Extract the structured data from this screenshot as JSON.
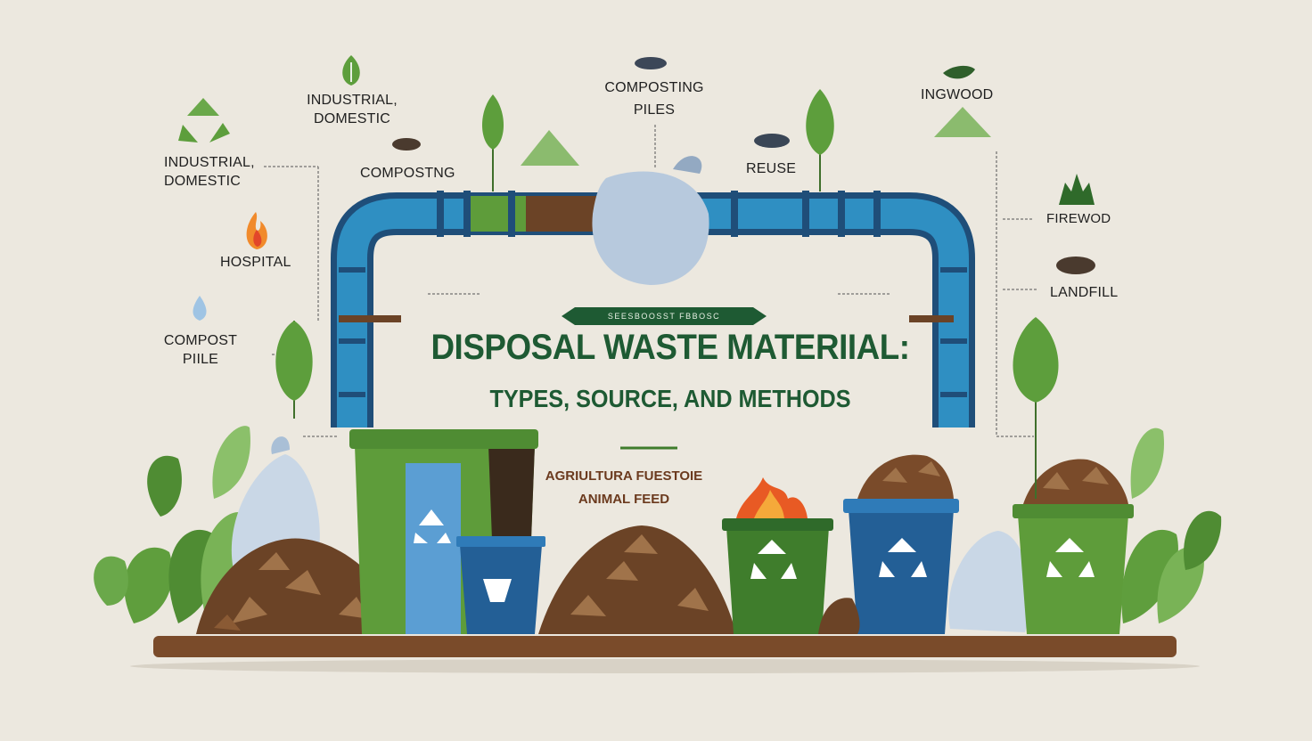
{
  "title": "DISPOSAL WASTE MATERIIAL:",
  "subtitle": "TYPES, SOURCE, AND METHODS",
  "ribbon_text": "SEESBOOSST FBBOSC",
  "caption": [
    "AGRIULTURA FUESTOIE",
    "ANIMAL FEED"
  ],
  "labels": {
    "industrial_top": [
      "INDUSTRIAL,",
      "DOMESTIC"
    ],
    "industrial_left": [
      "INDUSTRIAL,",
      "DOMESTIC"
    ],
    "composting": "COMPOSTNG",
    "composting_piles": [
      "COMPOSTING",
      "PILES"
    ],
    "reuse": "REUSE",
    "ingwood": "INGWOOD",
    "hospital": "HOSPITAL",
    "compost_pile": [
      "COMPOST",
      "PIILE"
    ],
    "firewood": "FIREWOD",
    "landfill": "LANDFILL"
  },
  "colors": {
    "background": "#ece8df",
    "title": "#1e5a33",
    "pipe_blue": "#2f8fc2",
    "pipe_dark": "#1f4e79",
    "bin_green": "#4f8f36",
    "bin_blue": "#2a6ea3",
    "soil": "#6b4326",
    "leaf": "#5d9e3c"
  },
  "icons": [
    "recycle-icon",
    "flame-icon",
    "water-drop-icon",
    "leaf-icon",
    "recycle-bin-icon",
    "trash-bag-icon",
    "tree-icon"
  ]
}
